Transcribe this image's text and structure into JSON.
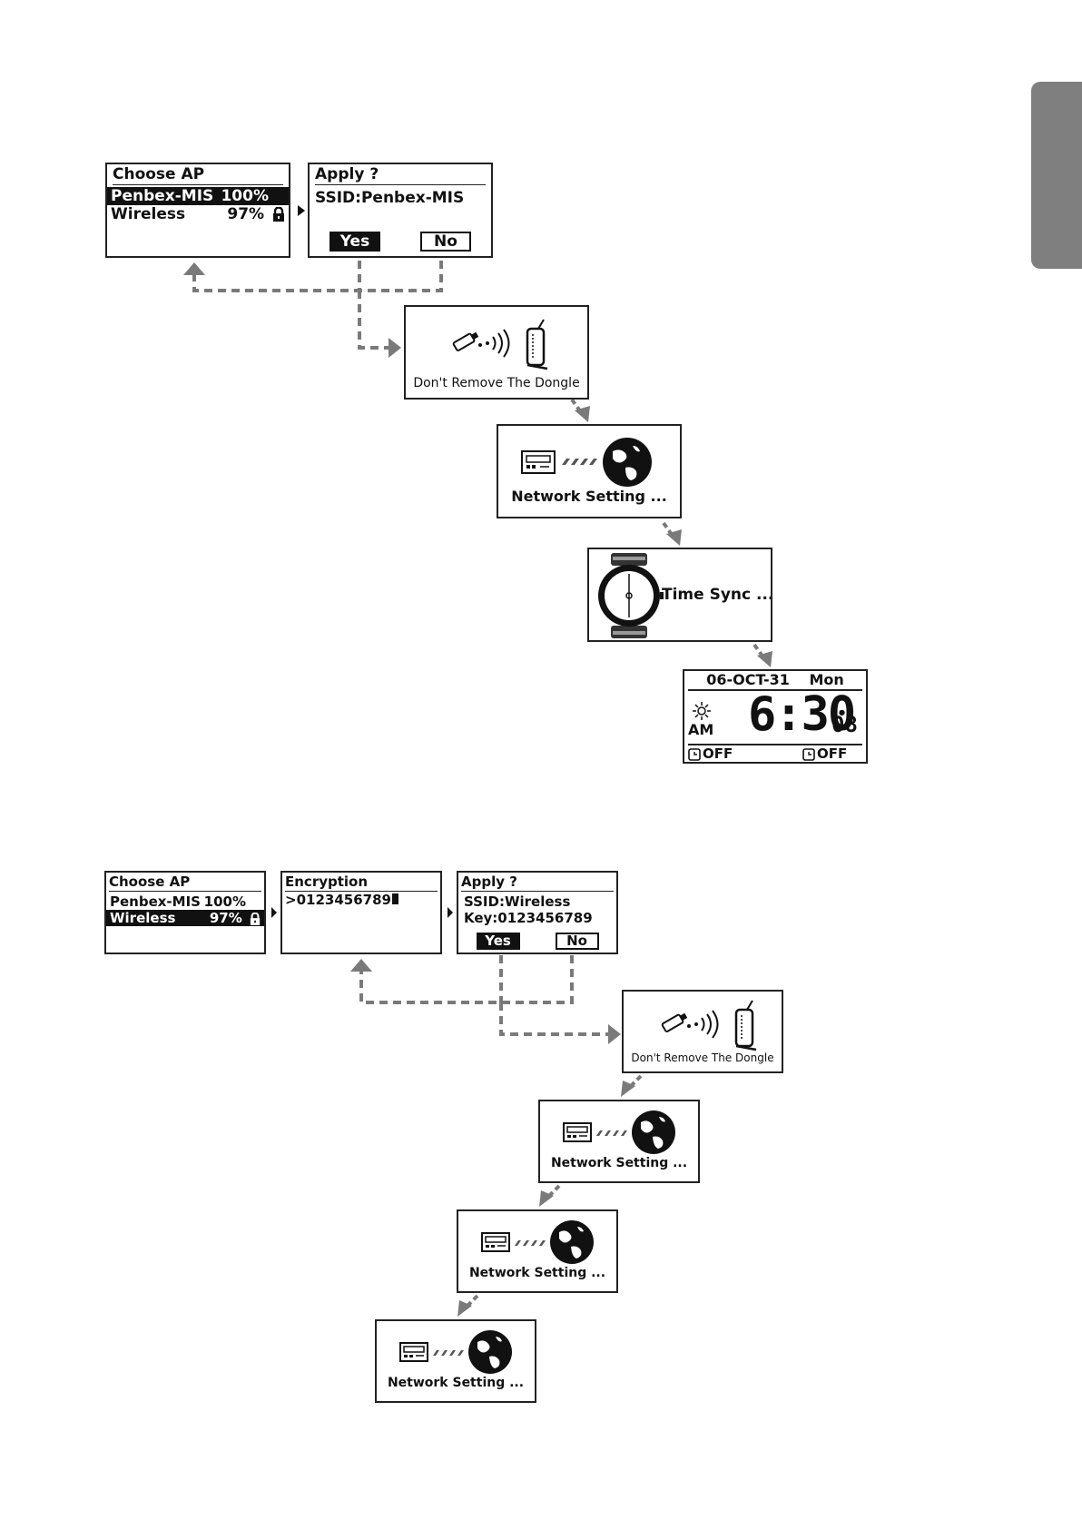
{
  "section1": {
    "choose_ap": {
      "title": "Choose AP",
      "networks": [
        {
          "name": "Penbex-MIS",
          "signal": "100%"
        },
        {
          "name": "Wireless",
          "signal": "97%"
        }
      ]
    },
    "apply": {
      "title": "Apply ?",
      "ssid": "SSID:Penbex-MIS",
      "yes": "Yes",
      "no": "No"
    },
    "dongle": {
      "text": "Don't Remove The Dongle"
    },
    "network": {
      "text": "Network Setting ..."
    },
    "timesync": {
      "text": "Time Sync ..."
    },
    "clock": {
      "date": "06-OCT-31",
      "day": "Mon",
      "ampm": "AM",
      "time": "6:30",
      "seconds": "08",
      "alarm1": "OFF",
      "alarm2": "OFF"
    }
  },
  "section2": {
    "choose_ap": {
      "title": "Choose AP",
      "networks": [
        {
          "name": "Penbex-MIS",
          "signal": "100%"
        },
        {
          "name": "Wireless",
          "signal": "97%"
        }
      ]
    },
    "encryption": {
      "title": "Encryption",
      "value": ">0123456789"
    },
    "apply": {
      "title": "Apply ?",
      "ssid": "SSID:Wireless",
      "key": "Key:0123456789",
      "yes": "Yes",
      "no": "No"
    },
    "dongle": {
      "text": "Don't Remove The Dongle"
    },
    "network1": {
      "text": "Network Setting ..."
    },
    "network2": {
      "text": "Network Setting ..."
    },
    "network3": {
      "text": "Network Setting ..."
    }
  },
  "colors": {
    "screen_border": "#222222",
    "arrow": "#7a7a7a",
    "tab": "#7f7f7f"
  }
}
